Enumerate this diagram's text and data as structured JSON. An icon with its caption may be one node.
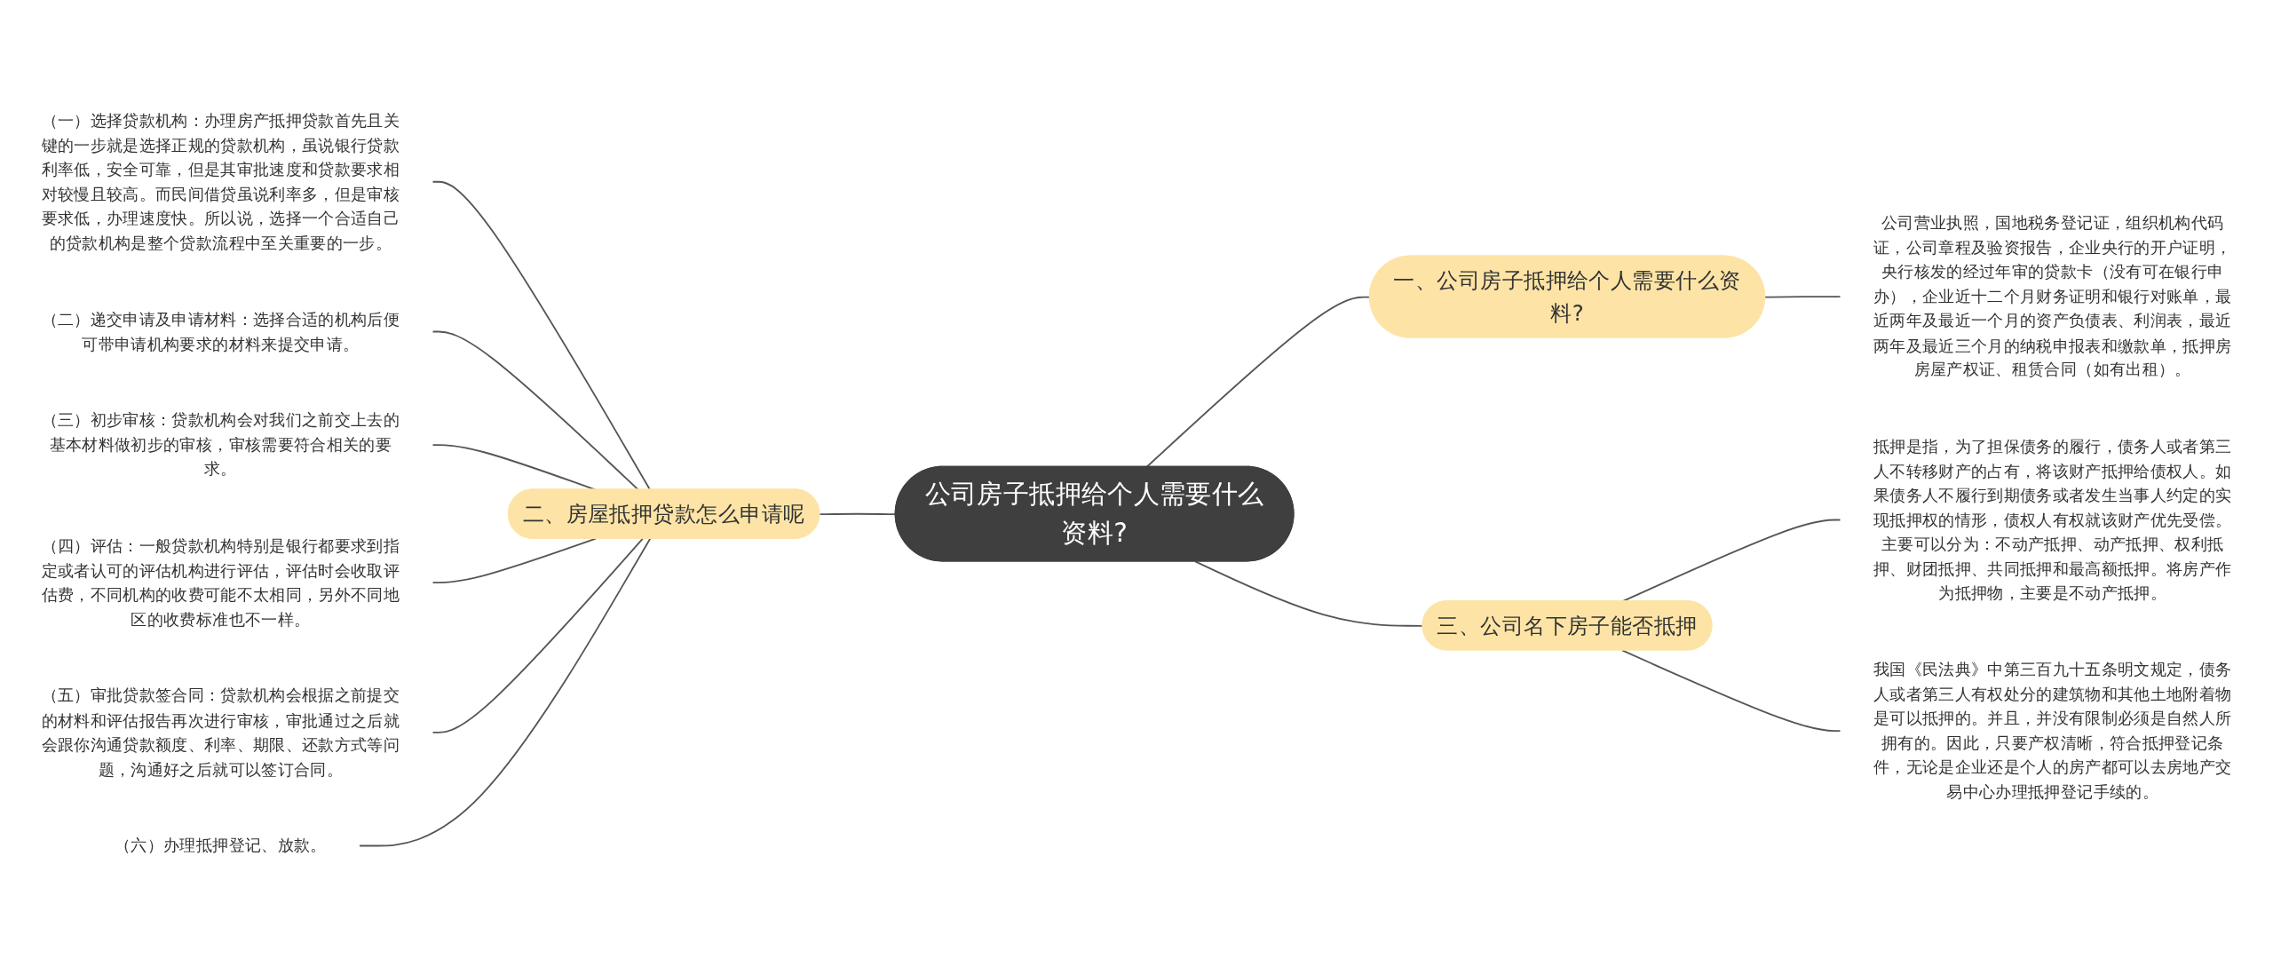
{
  "diagram": {
    "nodes": [
      {
        "text": [
          "公司房子抵押给个人需要什么资料?"
        ]
      },
      {
        "text": [
          "一、公司房子抵押给个人需要什么资料?"
        ]
      },
      {
        "text": [
          "公司营业执照，国地税务登记证，组织机构代码证，公司章程及验资报告，企业央行的开户证明，央行核发的经过年审的贷款卡（没有可在银行申办），企业近十二个月财务证明和银行对账单，最近两年及最近一个月的资产负债表、利润表，最近两年及最近三个月的纳税申报表和缴款单，抵押房房屋产权证、租赁合同（如有出租）。"
        ]
      },
      {
        "text": [
          "二、房屋抵押贷款怎么申请呢"
        ]
      },
      {
        "text": [
          "（一）选择贷款机构：办理房产抵押贷款首先且关键的一步就是选择正规的贷款机构，虽说银行贷款利率低，安全可靠，但是其审批速度和贷款要求相对较慢且较高。而民间借贷虽说利率多，但是审核要求低，办理速度快。所以说，选择一个合适自己的贷款机构是整个贷款流程中至关重要的一步。"
        ]
      },
      {
        "text": [
          "（二）递交申请及申请材料：选择合适的机构后便可带申请机构要求的材料来提交申请。"
        ]
      },
      {
        "text": [
          "（三）初步审核：贷款机构会对我们之前交上去的基本材料做初步的审核，审核需要符合相关的要求。"
        ]
      },
      {
        "text": [
          "（四）评估：一般贷款机构特别是银行都要求到指定或者认可的评估机构进行评估，评估时会收取评估费，不同机构的收费可能不太相同，另外不同地区的收费标准也不一样。"
        ]
      },
      {
        "text": [
          "（五）审批贷款签合同：贷款机构会根据之前提交的材料和评估报告再次进行审核，审批通过之后就会跟你沟通贷款额度、利率、期限、还款方式等问题，沟通好之后就可以签订合同。"
        ]
      },
      {
        "text": [
          "（六）办理抵押登记、放款。"
        ]
      },
      {
        "text": [
          "三、公司名下房子能否抵押"
        ]
      },
      {
        "text": [
          "抵押是指，为了担保债务的履行，债务人或者第三人不转移财产的占有，将该财产抵押给债权人。如果债务人不履行到期债务或者发生当事人约定的实现抵押权的情形，债权人有权就该财产优先受偿。主要可以分为：不动产抵押、动产抵押、权利抵押、财团抵押、共同抵押和最高额抵押。将房产作为抵押物，主要是不动产抵押。"
        ]
      },
      {
        "text": [
          "我国《民法典》中第三百九十五条明文规定，债务人或者第三人有权处分的建筑物和其他土地附着物是可以抵押的。并且，并没有限制必须是自然人所拥有的。因此，只要产权清晰，符合抵押登记条件，无论是企业还是个人的房产都可以去房地产交易中心办理抵押登记手续的。"
        ]
      }
    ],
    "edges": [
      {
        "from": 0,
        "to": 1,
        "arrow": "none"
      },
      {
        "from": 1,
        "to": 2,
        "arrow": "none"
      },
      {
        "from": 0,
        "to": 3,
        "arrow": "none"
      },
      {
        "from": 3,
        "to": 4,
        "arrow": "none"
      },
      {
        "from": 3,
        "to": 5,
        "arrow": "none"
      },
      {
        "from": 3,
        "to": 6,
        "arrow": "none"
      },
      {
        "from": 3,
        "to": 7,
        "arrow": "none"
      },
      {
        "from": 3,
        "to": 8,
        "arrow": "none"
      },
      {
        "from": 3,
        "to": 9,
        "arrow": "none"
      },
      {
        "from": 0,
        "to": 10,
        "arrow": "none"
      },
      {
        "from": 10,
        "to": 11,
        "arrow": "none"
      },
      {
        "from": 10,
        "to": 12,
        "arrow": "none"
      }
    ]
  }
}
